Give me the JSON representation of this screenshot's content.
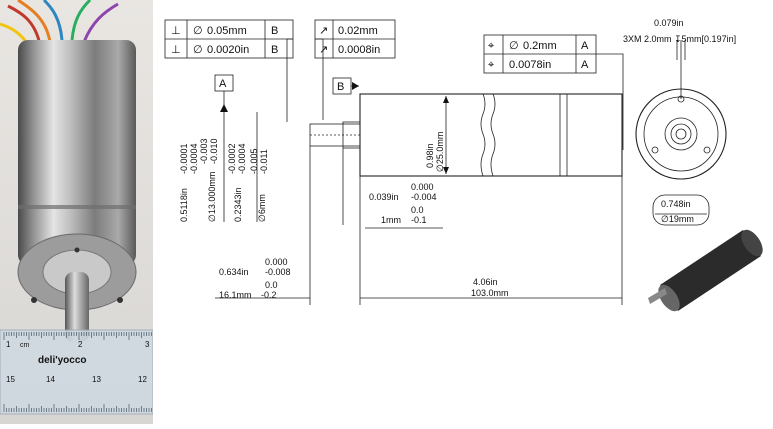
{
  "photo": {
    "ruler_unit": "cm",
    "ruler_brand": "deli'yocco",
    "ruler_top_numbers": [
      "1",
      "2",
      "3"
    ],
    "ruler_bottom_numbers": [
      "15",
      "14",
      "13",
      "12"
    ]
  },
  "fcf_shaft_perp": {
    "row1": {
      "symbol": "⊥",
      "diameter": "∅",
      "tolerance": "0.05mm",
      "datum": "B"
    },
    "row2": {
      "symbol": "⊥",
      "diameter": "∅",
      "tolerance": "0.0020in",
      "datum": "B"
    }
  },
  "fcf_runout": {
    "row1": {
      "symbol": "↗",
      "tolerance": "0.02mm"
    },
    "row2": {
      "symbol": "↗",
      "tolerance": "0.0008in"
    }
  },
  "fcf_position": {
    "row1": {
      "symbol": "⌖",
      "diameter": "∅",
      "tolerance": "0.2mm",
      "datum": "A"
    },
    "row2": {
      "symbol": "⌖",
      "tolerance": "0.0078in",
      "datum": "A"
    }
  },
  "datums": {
    "a": "A",
    "b": "B"
  },
  "dims": {
    "hole_in": "0.079in",
    "hole_spec": "3XM  2.0mm  ↧5mm[0.197in]",
    "body_dia_in": "0.98in",
    "body_dia_mm": "∅25.0mm",
    "pilot_dia_in": "0.5118in",
    "pilot_tol_in_top": "-0.0001",
    "pilot_tol_in_bot": "-0.0004",
    "pilot_dia_mm": "∅13.000mm",
    "pilot_tol_mm_top": "-0.003",
    "pilot_tol_mm_bot": "-0.010",
    "shaft_dia_in": "0.2343in",
    "shaft_tol_in_top": "-0.0002",
    "shaft_tol_in_bot": "-0.0004",
    "shaft_dia_mm": "∅6mm",
    "shaft_tol_mm_top": "-0.005",
    "shaft_tol_mm_bot": "-0.011",
    "flange_in": "0.039in",
    "flange_in_top": "0.000",
    "flange_in_bot": "-0.004",
    "flange_mm": "1mm",
    "flange_mm_top": "0.0",
    "flange_mm_bot": "-0.1",
    "shaft_len_in": "0.634in",
    "shaft_len_in_top": "0.000",
    "shaft_len_in_bot": "-0.008",
    "shaft_len_mm": "16.1mm",
    "shaft_len_mm_top": "0.0",
    "shaft_len_mm_bot": "-0.2",
    "body_len_in": "4.06in",
    "body_len_mm": "103.0mm",
    "bolt_circle_in": "0.748in",
    "bolt_circle_mm": "∅19mm"
  }
}
